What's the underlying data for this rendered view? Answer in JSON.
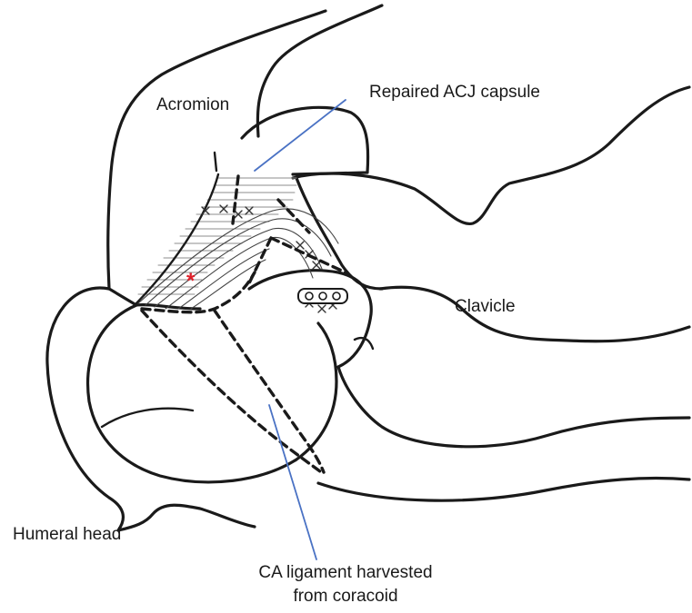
{
  "labels": {
    "acromion": "Acromion",
    "repaired_capsule": "Repaired ACJ capsule",
    "clavicle": "Clavicle",
    "humeral_head": "Humeral head",
    "ca_ligament_line1": "CA ligament harvested",
    "ca_ligament_line2": "from coracoid",
    "asterisk": "*"
  },
  "colors": {
    "ink": "#1a1a1a",
    "arrow": "#4a72c4",
    "asterisk": "#e0202a"
  }
}
